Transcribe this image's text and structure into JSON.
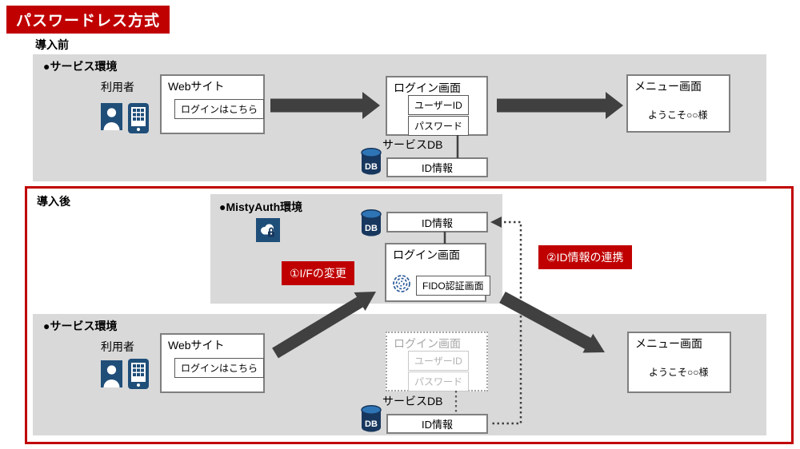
{
  "title": "パスワードレス方式",
  "colors": {
    "accent_red": "#C00000",
    "panel_gray": "#D9D9D9",
    "icon_blue": "#1F4E79",
    "arrow_gray": "#404040"
  },
  "before": {
    "section_label": "導入前",
    "env_label": "●サービス環境",
    "user_label": "利用者",
    "web_box": {
      "title": "Webサイト",
      "button": "ログインはこちら"
    },
    "login_box": {
      "title": "ログイン画面",
      "fields": [
        "ユーザーID",
        "パスワード"
      ]
    },
    "menu_box": {
      "title": "メニュー画面",
      "body": "ようこそ○○様"
    },
    "db_label": "サービスDB",
    "db_text": "DB",
    "id_label": "ID情報"
  },
  "after": {
    "section_label": "導入後",
    "misty": {
      "env_label": "●MistyAuth環境",
      "id_label": "ID情報",
      "db_text": "DB",
      "login_box": {
        "title": "ログイン画面",
        "fido_button": "FIDO認証画面"
      }
    },
    "callout_if_change": "①I/Fの変更",
    "callout_id_link": "②ID情報の連携",
    "service": {
      "env_label": "●サービス環境",
      "user_label": "利用者",
      "web_box": {
        "title": "Webサイト",
        "button": "ログインはこちら"
      },
      "old_login_box": {
        "title": "ログイン画面",
        "fields": [
          "ユーザーID",
          "パスワード"
        ]
      },
      "db_label": "サービスDB",
      "db_text": "DB",
      "id_label": "ID情報",
      "menu_box": {
        "title": "メニュー画面",
        "body": "ようこそ○○様"
      }
    }
  }
}
